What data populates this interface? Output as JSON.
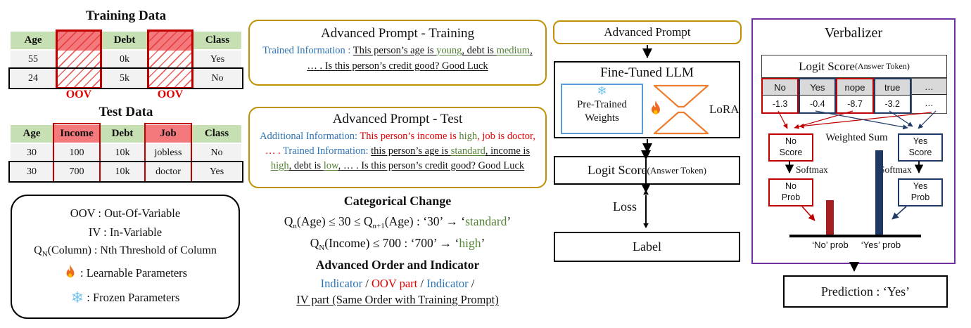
{
  "colors": {
    "gold": "#BF9000",
    "purple": "#7030A0",
    "navy": "#1F3864",
    "dark_red": "#C00000",
    "red_text": "#E50000",
    "green_text": "#538135",
    "blue_text": "#2E74B5",
    "header_green": "#C6E0B4",
    "salmon": "#F4797D",
    "orange": "#ED7D31",
    "blue_border": "#5B9BD5",
    "snowflake_blue": "#74C2EC",
    "bar_red": "#A51E22",
    "bar_navy": "#1F3864"
  },
  "training": {
    "title": "Training Data",
    "headers": [
      "Age",
      "",
      "Debt",
      "",
      "Class"
    ],
    "rows": [
      [
        "55",
        "",
        "0k",
        "",
        "Yes"
      ],
      [
        "24",
        "",
        "5k",
        "",
        "No"
      ]
    ],
    "oov_label_1": "OOV",
    "oov_label_2": "OOV"
  },
  "test": {
    "title": "Test Data",
    "headers": [
      "Age",
      "Income",
      "Debt",
      "Job",
      "Class"
    ],
    "rows": [
      [
        "30",
        "100",
        "10k",
        "jobless",
        "No"
      ],
      [
        "30",
        "700",
        "10k",
        "doctor",
        "Yes"
      ]
    ]
  },
  "legend": {
    "line1": "OOV : Out-Of-Variable",
    "line2": "IV : In-Variable",
    "q_pre": "Q",
    "q_sub": "N",
    "q_post": "(Column) : Nth Threshold of Column",
    "flame_label": ": Learnable Parameters",
    "frozen_label": ": Frozen Parameters",
    "snowflake_glyph": "❄"
  },
  "prompt_training": {
    "title": "Advanced Prompt - Training",
    "label": "Trained Information : ",
    "s1": "This person’s age is ",
    "g1": "young",
    "s2": ", debt is ",
    "g2": "medium",
    "s3": ",",
    "line2": "… . Is this person’s credit good? Good Luck"
  },
  "prompt_test": {
    "title": "Advanced Prompt - Test",
    "add_label": "Additional Information: ",
    "r1": "This person’s income is ",
    "g1": "high",
    "r2": ", job is doctor,",
    "r3": "… . ",
    "tr_label": "Trained Information: ",
    "s1": "this person’s age is ",
    "g2": "standard",
    "s2": ", income is ",
    "g3": "high",
    "s3": ", debt is ",
    "g4": "low",
    "s4": ", … . Is this person’s credit good? Good Luck"
  },
  "categorical": {
    "title": "Categorical Change",
    "eq1": {
      "p1": "Q",
      "sub1": "n",
      "p2": "(Age) ≤ 30 ≤ Q",
      "sub2": "n+1",
      "p3": "(Age) : ‘30’ → ‘",
      "val": "standard",
      "p4": "’"
    },
    "eq2": {
      "p1": "Q",
      "sub1": "N",
      "p2": "(Income) ≤ 700 : ‘700’ → ‘",
      "val": "high",
      "p3": "’"
    },
    "order_title": "Advanced Order and Indicator",
    "ord_a": "Indicator",
    "ord_sep1": " / ",
    "ord_b": "OOV part",
    "ord_sep2": " / ",
    "ord_c": "Indicator",
    "ord_sep3": " /",
    "ord_line2": "IV part (Same Order with Training Prompt)"
  },
  "flow": {
    "advanced_prompt": "Advanced Prompt",
    "fine_tuned": "Fine-Tuned LLM",
    "pretrained_l1": "Pre-Trained",
    "pretrained_l2": "Weights",
    "lora": "LoRA",
    "logit_main": "Logit Score ",
    "logit_sub": "(Answer Token)",
    "loss": "Loss",
    "label": "Label"
  },
  "verbalizer": {
    "title": "Verbalizer",
    "logit_main": "Logit Score ",
    "logit_sub": "(Answer Token)",
    "tokens": [
      "No",
      "Yes",
      "nope",
      "true",
      "…"
    ],
    "scores": [
      "-1.3",
      "-0.4",
      "-8.7",
      "-3.2",
      "…"
    ],
    "weighted_sum": "Weighted Sum",
    "no_score_l1": "No",
    "no_score_l2": "Score",
    "yes_score_l1": "Yes",
    "yes_score_l2": "Score",
    "softmax_left": "Softmax",
    "softmax_right": "Softmax",
    "no_prob_l1": "No",
    "no_prob_l2": "Prob",
    "yes_prob_l1": "Yes",
    "yes_prob_l2": "Prob",
    "bar_label_no": "‘No’ prob",
    "bar_label_yes": "‘Yes’ prob"
  },
  "prediction": {
    "text": "Prediction : ‘Yes’"
  }
}
